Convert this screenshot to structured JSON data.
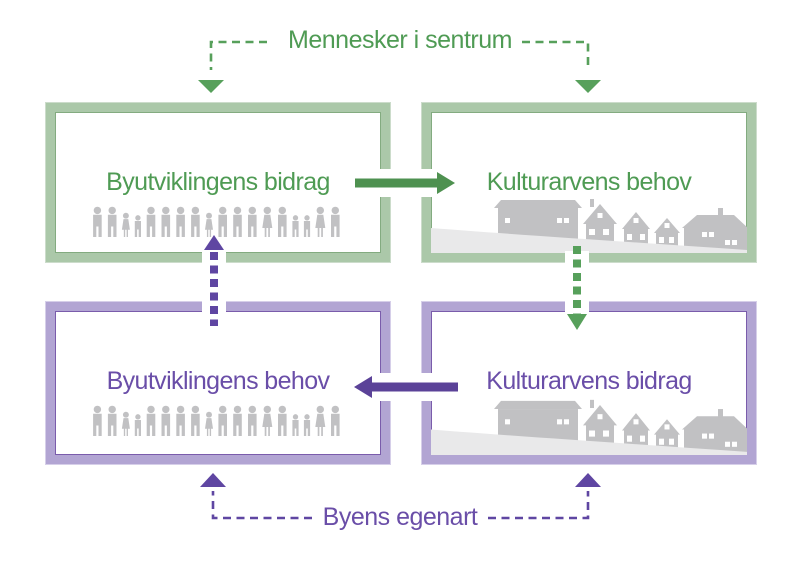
{
  "labels": {
    "top": "Mennesker i sentrum",
    "bottom": "Byens egenart"
  },
  "boxes": {
    "top_left": {
      "title": "Byutviklingens bidrag",
      "icon": "people-row-icon",
      "accent": "green"
    },
    "top_right": {
      "title": "Kulturarvens behov",
      "icon": "houses-row-icon",
      "accent": "green"
    },
    "bottom_left": {
      "title": "Byutviklingens behov",
      "icon": "people-row-icon",
      "accent": "purple"
    },
    "bottom_right": {
      "title": "Kulturarvens bidrag",
      "icon": "houses-row-icon",
      "accent": "purple"
    }
  },
  "connectors": {
    "top_dashed": {
      "label": "Mennesker i sentrum",
      "style": "dashed",
      "color": "green",
      "direction": "down",
      "targets": [
        "top_left",
        "top_right"
      ]
    },
    "bottom_dashed": {
      "label": "Byens egenart",
      "style": "dashed",
      "color": "purple",
      "direction": "up",
      "targets": [
        "bottom_left",
        "bottom_right"
      ]
    },
    "solid_green": {
      "from": "top_left",
      "to": "top_right",
      "style": "solid",
      "color": "green"
    },
    "solid_purple": {
      "from": "bottom_right",
      "to": "bottom_left",
      "style": "solid",
      "color": "purple"
    },
    "dotted_green": {
      "from": "top_right",
      "to": "bottom_right",
      "style": "dotted",
      "color": "green"
    },
    "dotted_purple": {
      "from": "bottom_left",
      "to": "top_left",
      "style": "dotted",
      "color": "purple"
    }
  },
  "figures": {
    "people": {
      "sequence": [
        "man",
        "man",
        "girl",
        "boy",
        "man",
        "man",
        "man",
        "man",
        "girl",
        "man",
        "man",
        "man",
        "woman",
        "man",
        "boy",
        "boy",
        "woman",
        "man"
      ]
    },
    "houses": {
      "count": 5,
      "description": "row of village house silhouettes on sloping ground"
    }
  },
  "colors": {
    "green_text": "#4f9b54",
    "green_arrow": "#4e9150",
    "green_dash": "#57a05b",
    "green_border": "#abc8a9",
    "purple_text": "#6a4ea8",
    "purple_arrow": "#5b4298",
    "purple_dash": "#5f46a2",
    "purple_border": "#b2a5d3",
    "icon_gray": "#c1c1c3",
    "ground_gray": "#e9e9ea"
  }
}
